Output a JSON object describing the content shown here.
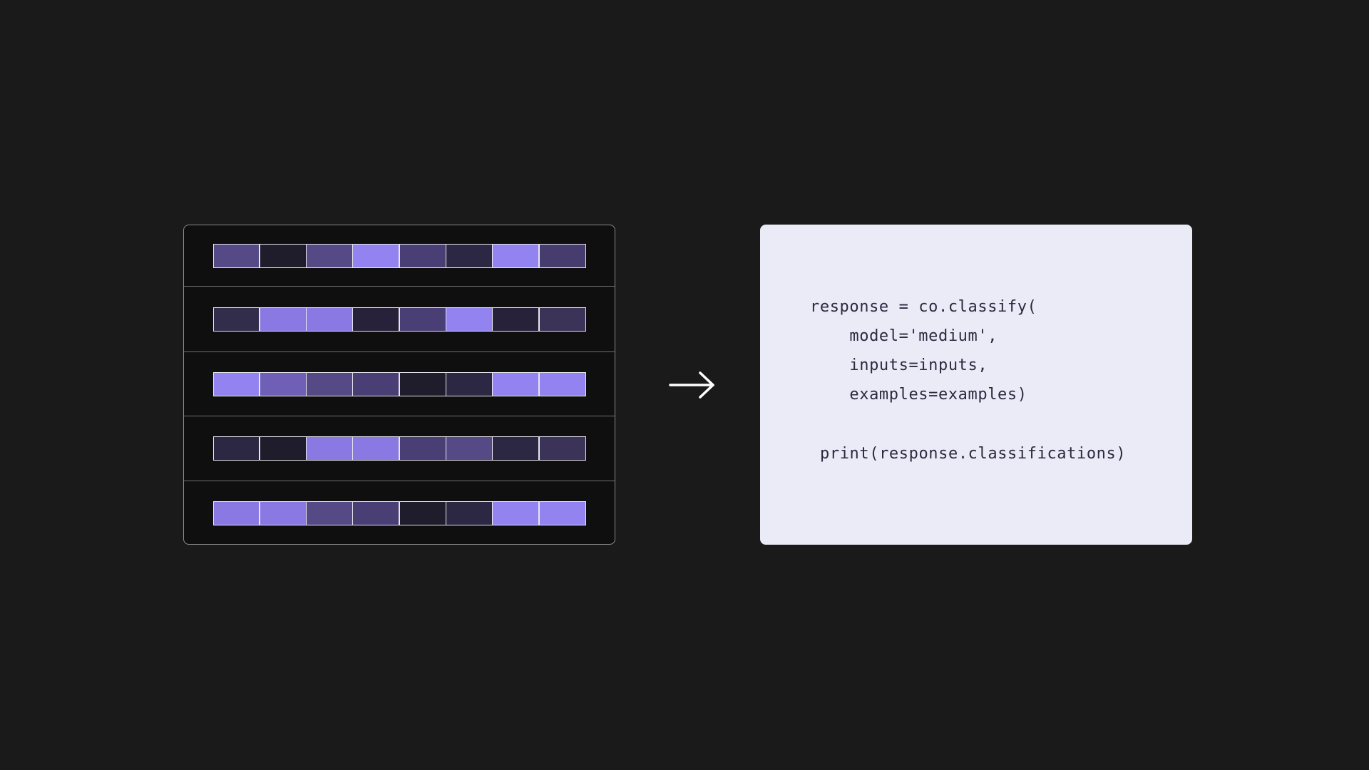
{
  "colors": {
    "background": "#1a1a1b",
    "panel_background": "#0f0f10",
    "panel_border": "#8a8a8e",
    "code_background": "#ebebf7",
    "code_text": "#2a2a40",
    "arrow": "#ffffff"
  },
  "embedding_rows": [
    [
      "#554a86",
      "#1f1c2b",
      "#554a86",
      "#9283f1",
      "#4a3f75",
      "#2c2742",
      "#9283f1",
      "#463d6e"
    ],
    [
      "#332d4c",
      "#8a79e3",
      "#8a79e3",
      "#27223a",
      "#4a3f75",
      "#9283f1",
      "#27223a",
      "#3b3458"
    ],
    [
      "#9283f1",
      "#6f5fb7",
      "#554a86",
      "#4a3f75",
      "#1f1c2b",
      "#2c2742",
      "#9283f1",
      "#9283f1"
    ],
    [
      "#2c2742",
      "#1f1c2b",
      "#8a79e3",
      "#8a79e3",
      "#4a3f75",
      "#554a86",
      "#2c2742",
      "#3b3458"
    ],
    [
      "#8a79e3",
      "#8a79e3",
      "#554a86",
      "#4a3f75",
      "#1f1c2b",
      "#2c2742",
      "#9283f1",
      "#9283f1"
    ]
  ],
  "arrow_icon": "right-arrow-icon",
  "code": {
    "lines": [
      "response = co.classify(",
      "    model='medium',",
      "    inputs=inputs,",
      "    examples=examples)",
      "print(response.classifications)"
    ]
  }
}
